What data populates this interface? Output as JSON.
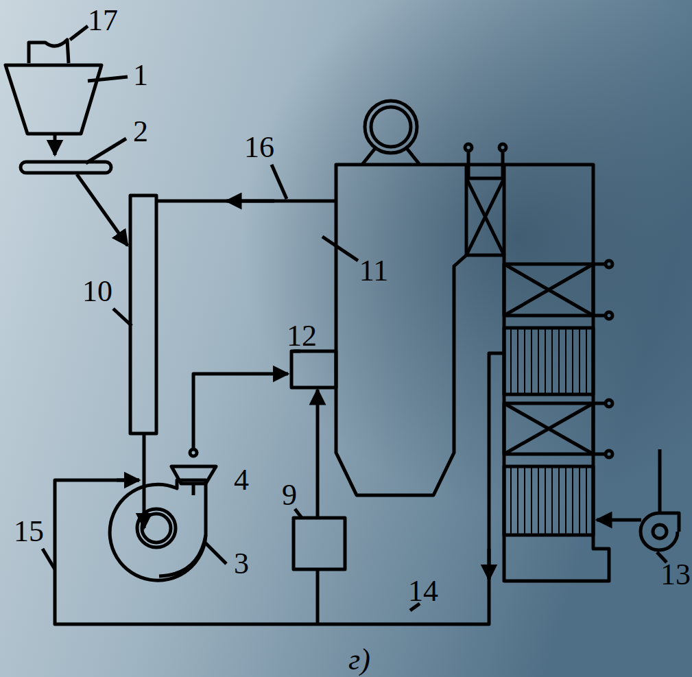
{
  "diagram": {
    "caption": "г)",
    "labels": [
      "17",
      "1",
      "2",
      "16",
      "11",
      "10",
      "12",
      "9",
      "4",
      "3",
      "15",
      "14",
      "13"
    ]
  }
}
